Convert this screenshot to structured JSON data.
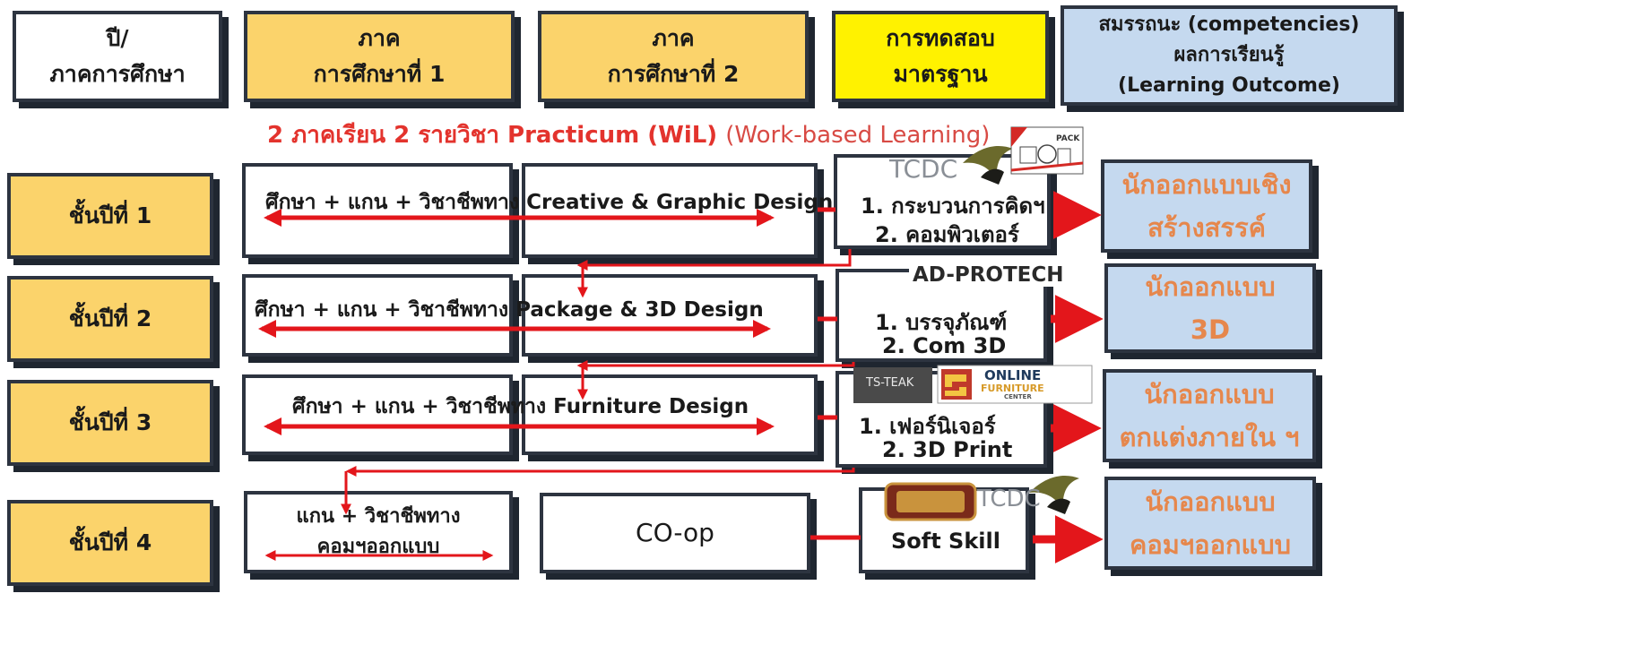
{
  "header": {
    "year_col": [
      "ปี/",
      "ภาคการศึกษา"
    ],
    "sem1": [
      "ภาค",
      "การศึกษาที่ 1"
    ],
    "sem2": [
      "ภาค",
      "การศึกษาที่ 2"
    ],
    "exam": [
      "การทดสอบ",
      "มาตรฐาน"
    ],
    "outcome": [
      "สมรรถนะ (competencies)",
      "ผลการเรียนรู้",
      "(Learning Outcome)"
    ]
  },
  "note": {
    "main": "2 ภาคเรียน 2 รายวิชา Practicum (WiL)",
    "paren": "(Work-based Learning)"
  },
  "rows": [
    {
      "year": "ชั้นปีที่ 1",
      "course": "ศึกษา + แกน + วิชาชีพทาง Creative & Graphic Design",
      "exam": [
        "1. กระบวนการคิดฯ",
        "2. คอมพิวเตอร์"
      ],
      "outcome": [
        "นักออกแบบเชิง",
        "สร้างสรรค์"
      ]
    },
    {
      "year": "ชั้นปีที่ 2",
      "course": "ศึกษา + แกน + วิชาชีพทาง Package & 3D Design",
      "exam": [
        "1. บรรจุภัณฑ์",
        "2. Com 3D"
      ],
      "outcome": [
        "นักออกแบบ",
        "3D"
      ]
    },
    {
      "year": "ชั้นปีที่ 3",
      "course": "ศึกษา + แกน + วิชาชีพทาง Furniture Design",
      "exam": [
        "1. เฟอร์นิเจอร์",
        "2. 3D Print"
      ],
      "outcome": [
        "นักออกแบบ",
        "ตกแต่งภายใน ฯ"
      ]
    },
    {
      "year": "ชั้นปีที่ 4",
      "course": [
        "แกน + วิชาชีพทาง",
        "คอมฯออกแบบ"
      ],
      "coop": "CO-op",
      "exam": [
        "Soft Skill"
      ],
      "outcome": [
        "นักออกแบบ",
        "คอมฯออกแบบ"
      ]
    }
  ],
  "logos": {
    "tcdc": "TCDC",
    "pack": "PACK",
    "adprotech": "AD-PROTECH",
    "tsteak": "TS-TEAK",
    "online_top": "ONLINE",
    "online_mid": "FURNITURE",
    "online_bot": "CENTER"
  },
  "colors": {
    "header_yellow": "#fbd36b",
    "exam_yellow": "#fff200",
    "outcome_blue": "#c5d9ef",
    "arrow_red": "#e3161b",
    "outcome_text": "#e6874c",
    "border": "#2d3440"
  }
}
